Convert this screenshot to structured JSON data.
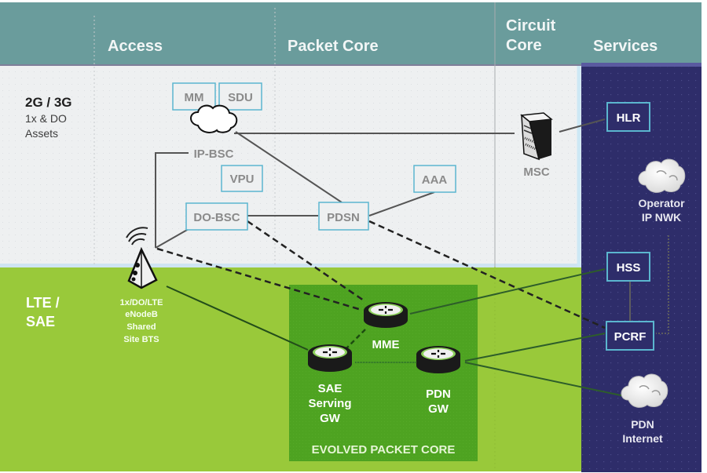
{
  "header": {
    "columns": [
      {
        "id": "access",
        "label": "Access"
      },
      {
        "id": "packet-core",
        "label": "Packet Core"
      },
      {
        "id": "circuit-core",
        "label_lines": [
          "Circuit",
          "Core"
        ]
      },
      {
        "id": "services",
        "label": "Services"
      }
    ]
  },
  "rows": {
    "legacy": {
      "title": "2G / 3G",
      "subtitle_lines": [
        "1x & DO",
        "Assets"
      ]
    },
    "lte": {
      "title_lines": [
        "LTE /",
        "SAE"
      ]
    }
  },
  "nodes": {
    "mm": "MM",
    "sdu": "SDU",
    "ip_bsc": "IP-BSC",
    "vpu": "VPU",
    "do_bsc": "DO-BSC",
    "pdsn": "PDSN",
    "aaa": "AAA",
    "msc": "MSC",
    "hlr": "HLR",
    "operator_ip_nwk": [
      "Operator",
      "IP NWK"
    ],
    "hss": "HSS",
    "pcrf": "PCRF",
    "pdn_internet": [
      "PDN",
      "Internet"
    ],
    "bts": [
      "1x/DO/LTE",
      "eNodeB",
      "Shared",
      "Site BTS"
    ],
    "mme": "MME",
    "sae_gw": [
      "SAE",
      "Serving",
      "GW"
    ],
    "pdn_gw": [
      "PDN",
      "GW"
    ],
    "epc_title": "EVOLVED PACKET CORE"
  },
  "colors": {
    "header_teal": "#6a9c9c",
    "legacy_bg": "#eef0f1",
    "lte_green": "#99c93a",
    "epc_green": "#4ea321",
    "services_navy": "#2e2d6a",
    "box_border": "#5bb6cf"
  }
}
